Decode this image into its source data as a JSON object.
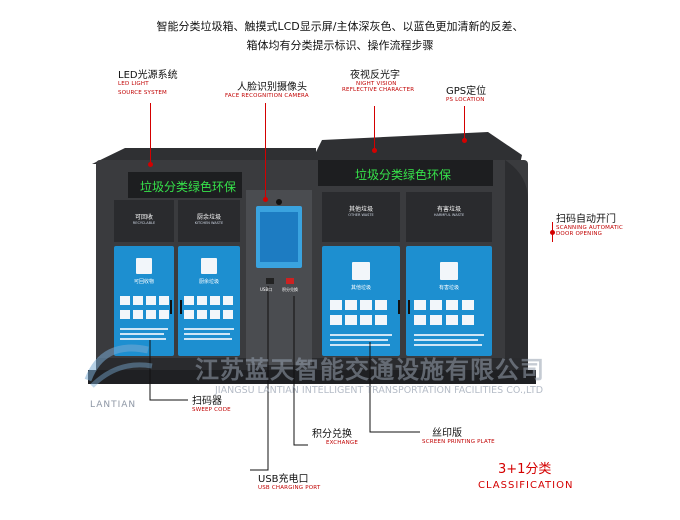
{
  "header": {
    "line1": "智能分类垃圾箱、触摸式LCD显示屏/主体深灰色、以蓝色更加清新的反差、",
    "line2": "箱体均有分类提示标识、操作流程步骤"
  },
  "labels": {
    "led": {
      "cn": "LED光源系统",
      "en1": "LED LIGHT",
      "en2": "SOURCE SYSTEM"
    },
    "camera": {
      "cn": "人脸识别摄像头",
      "en": "FACE RECOGNITION CAMERA"
    },
    "night": {
      "cn": "夜视反光字",
      "en1": "NIGHT VISION",
      "en2": "REFLECTIVE CHARACTER"
    },
    "gps": {
      "cn": "GPS定位",
      "en": "PS LOCATION"
    },
    "scan_open": {
      "cn": "扫码自动开门",
      "en1": "SCANNING AUTOMATIC",
      "en2": "DOOR OPENING"
    },
    "scanner": {
      "cn": "扫码器",
      "en": "SWEEP CODE"
    },
    "exchange": {
      "cn": "积分兑换",
      "en": "EXCHANGE"
    },
    "screen_print": {
      "cn": "丝印版",
      "en": "SCREEN PRINTING PLATE"
    },
    "usb": {
      "cn": "USB充电口",
      "en": "USB CHARGING PORT"
    }
  },
  "classification": {
    "cn": "3+1分类",
    "en": "CLASSIFICATION"
  },
  "cabinet": {
    "sign_left": "垃圾分类绿色环保",
    "sign_right": "垃圾分类绿色环保",
    "bins": [
      {
        "title": "可回收",
        "sub": "RECYCLABLE",
        "panel": "可回收物"
      },
      {
        "title": "厨余垃圾",
        "sub": "KITCHEN WASTE",
        "panel": "厨余垃圾"
      },
      {
        "title": "其他垃圾",
        "sub": "OTHER WASTE",
        "panel": "其他垃圾"
      },
      {
        "title": "有害垃圾",
        "sub": "HARMFUL WASTE",
        "panel": "有害垃圾"
      }
    ],
    "middle": {
      "usb_lbl": "USB口",
      "exchange_lbl": "积分兑换"
    }
  },
  "watermark": {
    "company_cn": "江苏蓝天智能交通设施有限公司",
    "company_en": "JIANGSU LANTIAN INTELLIGENT TRANSPORTATION FACILITIES CO.,LTD",
    "logo_text": "LANTIAN"
  },
  "colors": {
    "accent_red": "#d40000",
    "cabinet_gray": "#3a3b3e",
    "panel_blue": "#1d8fd0",
    "sign_green": "#36e24a"
  }
}
